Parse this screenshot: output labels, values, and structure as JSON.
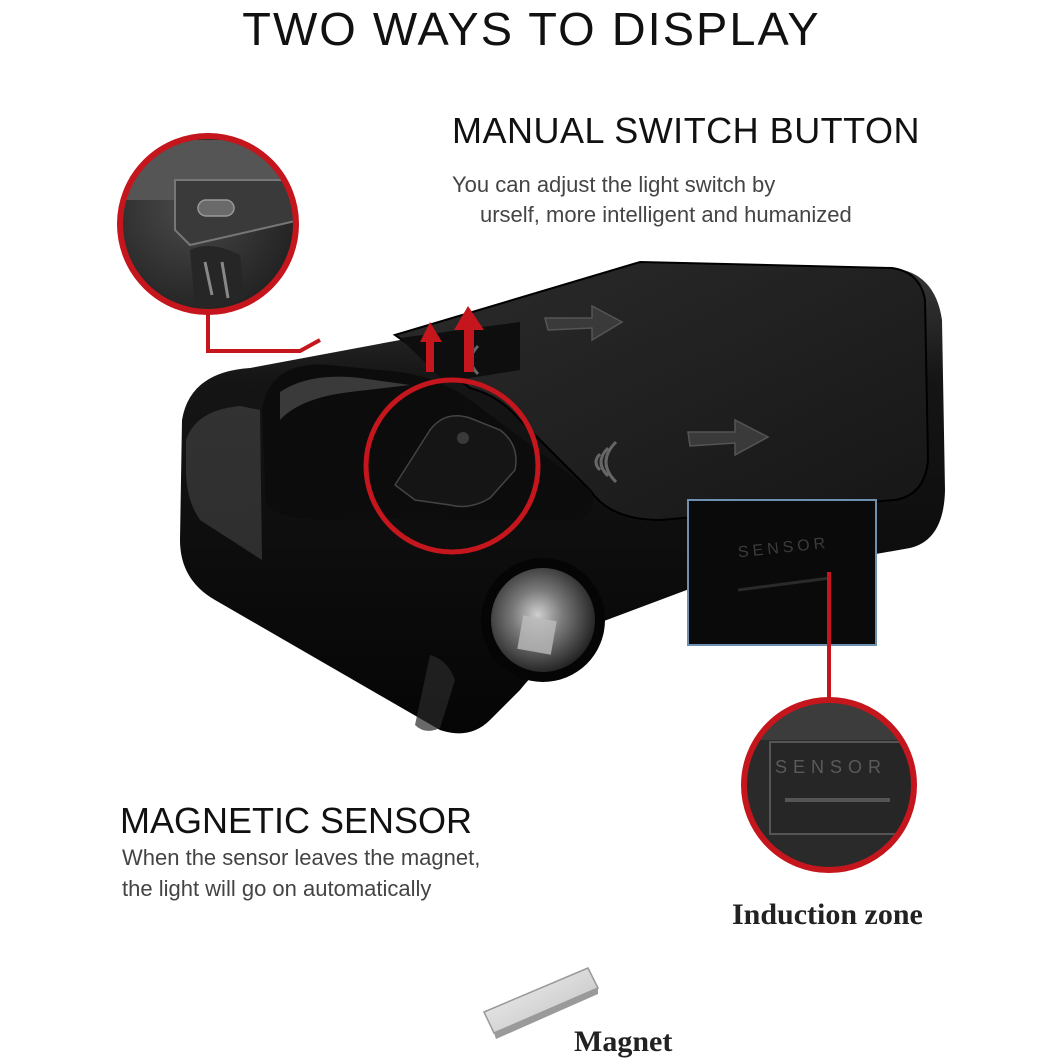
{
  "title": "TWO WAYS TO DISPLAY",
  "manual_switch": {
    "heading": "MANUAL SWITCH BUTTON",
    "desc_line1": "You can adjust the light switch by",
    "desc_line2": "urself, more intelligent and humanized"
  },
  "magnetic_sensor": {
    "heading": "MAGNETIC SENSOR",
    "desc_line1": "When the sensor leaves the magnet,",
    "desc_line2": "the light will go on automatically"
  },
  "device": {
    "sensor_label": "SENSOR"
  },
  "zoom_sensor_label": "SENSOR",
  "induction_label": "Induction zone",
  "magnet_label": "Magnet",
  "colors": {
    "accent_red": "#c4161c",
    "device_body": "#141414",
    "sensor_outline": "#6d8fb0"
  }
}
